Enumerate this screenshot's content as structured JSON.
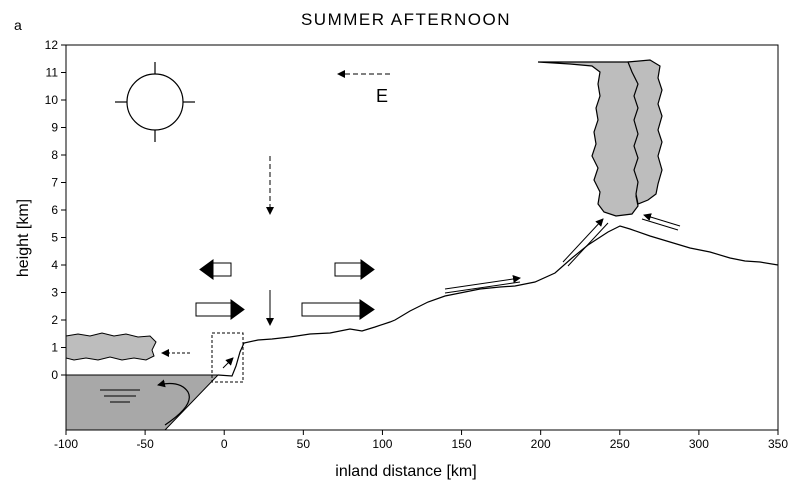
{
  "panel_label": "a",
  "title": "SUMMER AFTERNOON",
  "xlabel": "inland distance [km]",
  "ylabel": "height [km]",
  "x_ticks": [
    "-100",
    "-50",
    "0",
    "50",
    "100",
    "150",
    "200",
    "250",
    "300",
    "350"
  ],
  "y_ticks": [
    "0",
    "1",
    "2",
    "3",
    "4",
    "5",
    "6",
    "7",
    "8",
    "9",
    "10",
    "11",
    "12"
  ],
  "wind_label": "E",
  "colors": {
    "cloud": "#bdbdbd",
    "sea": "#a8a8a8",
    "line": "#000000"
  },
  "icons": [
    "sun-icon",
    "wind-arrow-icon",
    "subsidence-arrow-icon",
    "outflow-arrow-icon"
  ]
}
